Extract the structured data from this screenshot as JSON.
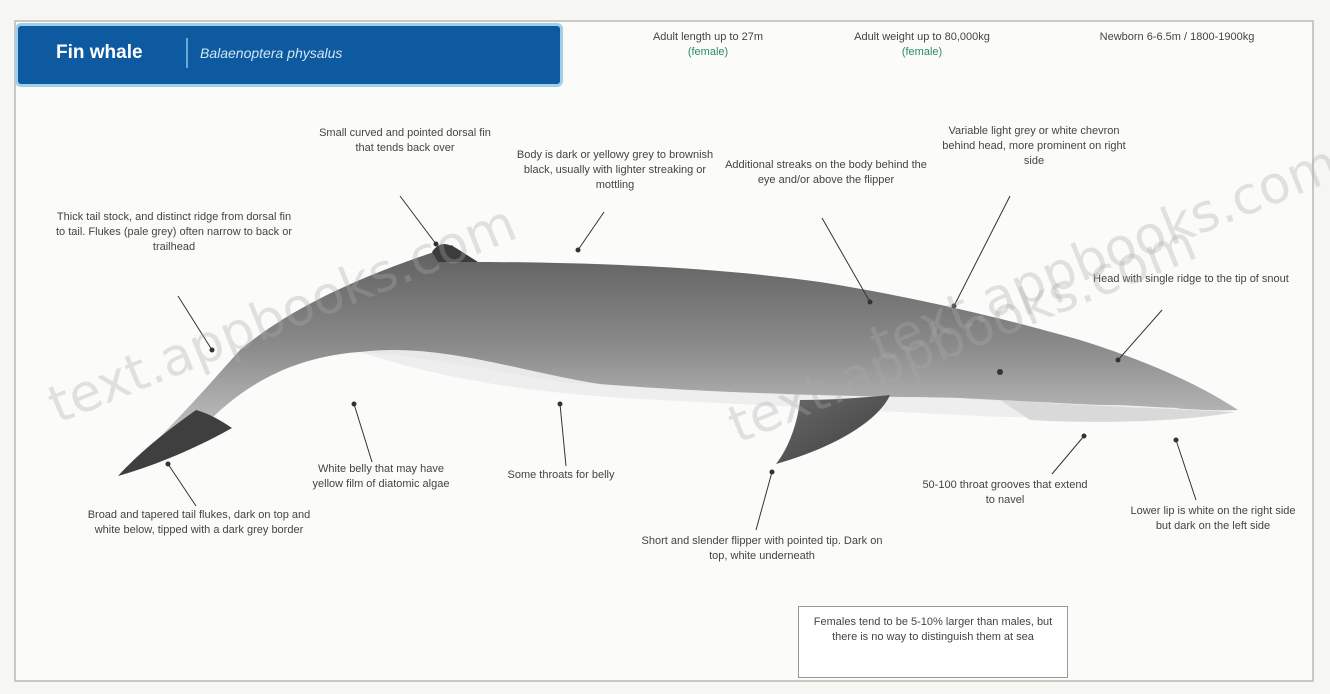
{
  "header": {
    "title": "Fin whale",
    "subtitle": "Balaenoptera physalus"
  },
  "stats": [
    {
      "line1": "Adult length up to 27m",
      "line2": "(female)"
    },
    {
      "line1": "Adult weight up to 80,000kg",
      "line2": "(female)"
    },
    {
      "line1": "Newborn 6-6.5m / 1800-1900kg",
      "line2": ""
    }
  ],
  "labels": {
    "tail": "Thick tail stock, and distinct ridge from dorsal fin to tail. Flukes (pale grey) often narrow to back or trailhead",
    "dorsal_fin": "Small curved and pointed dorsal fin that tends back over",
    "body_color": "Body is dark or yellowy grey to brownish black, usually with lighter streaking or mottling",
    "blaze": "Additional streaks on the body behind the eye and/or above the flipper",
    "chevron": "Variable light grey or white chevron behind head, more prominent on right side",
    "head": "Head with single ridge to the tip of snout",
    "flukes": "Broad and tapered tail flukes, dark on top and white below, tipped with a dark grey border",
    "belly": "White belly that may have yellow film of diatomic algae",
    "throat": "Some throats for belly",
    "flipper": "Short and slender flipper with pointed tip. Dark on top, white underneath",
    "grooves": "50-100 throat grooves that extend to navel",
    "jaw": "Lower lip is white on the right side but dark on the left side"
  },
  "note": "Females tend to be 5-10% larger than males, but there is no way to distinguish them at sea",
  "watermarks": [
    "text.appbooks.com",
    "text.appbooks.com",
    "text.appbooks.com"
  ],
  "colors": {
    "header_bg": "#0e5aa0",
    "header_glow": "#9fd0ea",
    "whale_dark": "#4a4a4a",
    "whale_mid": "#8a8a8a",
    "belly": "#efefef"
  }
}
